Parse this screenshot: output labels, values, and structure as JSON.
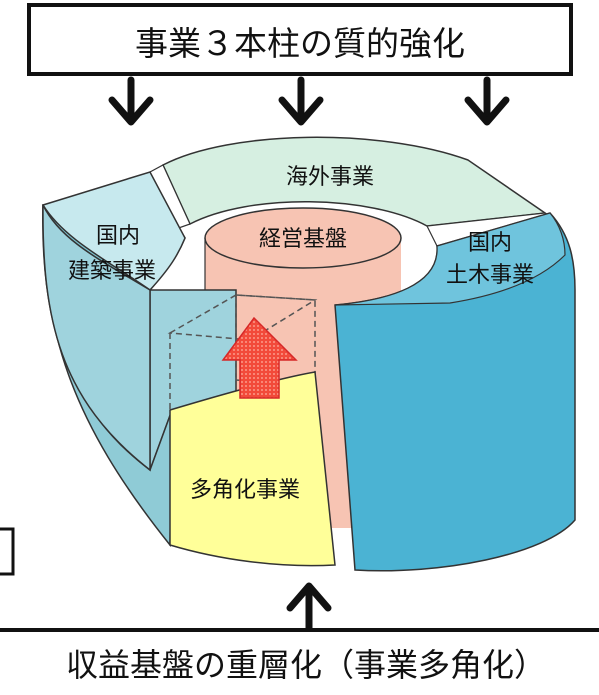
{
  "top_box": {
    "label": "事業３本柱の質的強化"
  },
  "bottom_box": {
    "label": "収益基盤の重層化（事業多角化）"
  },
  "segments": {
    "overseas": {
      "label": "海外事業",
      "color": "#d6efe1"
    },
    "domestic_building": {
      "line1": "国内",
      "line2": "建築事業",
      "color": "#9fd3dd"
    },
    "domestic_civil": {
      "line1": "国内",
      "line2": "土木事業",
      "color": "#4bb3d3"
    },
    "diversified": {
      "label": "多角化事業",
      "color": "#ffff99"
    },
    "core": {
      "label": "経営基盤",
      "color": "#f7c4b3"
    }
  },
  "colors": {
    "arrow": "#111111",
    "growth_arrow": "#e0302a",
    "outline": "#333333"
  }
}
